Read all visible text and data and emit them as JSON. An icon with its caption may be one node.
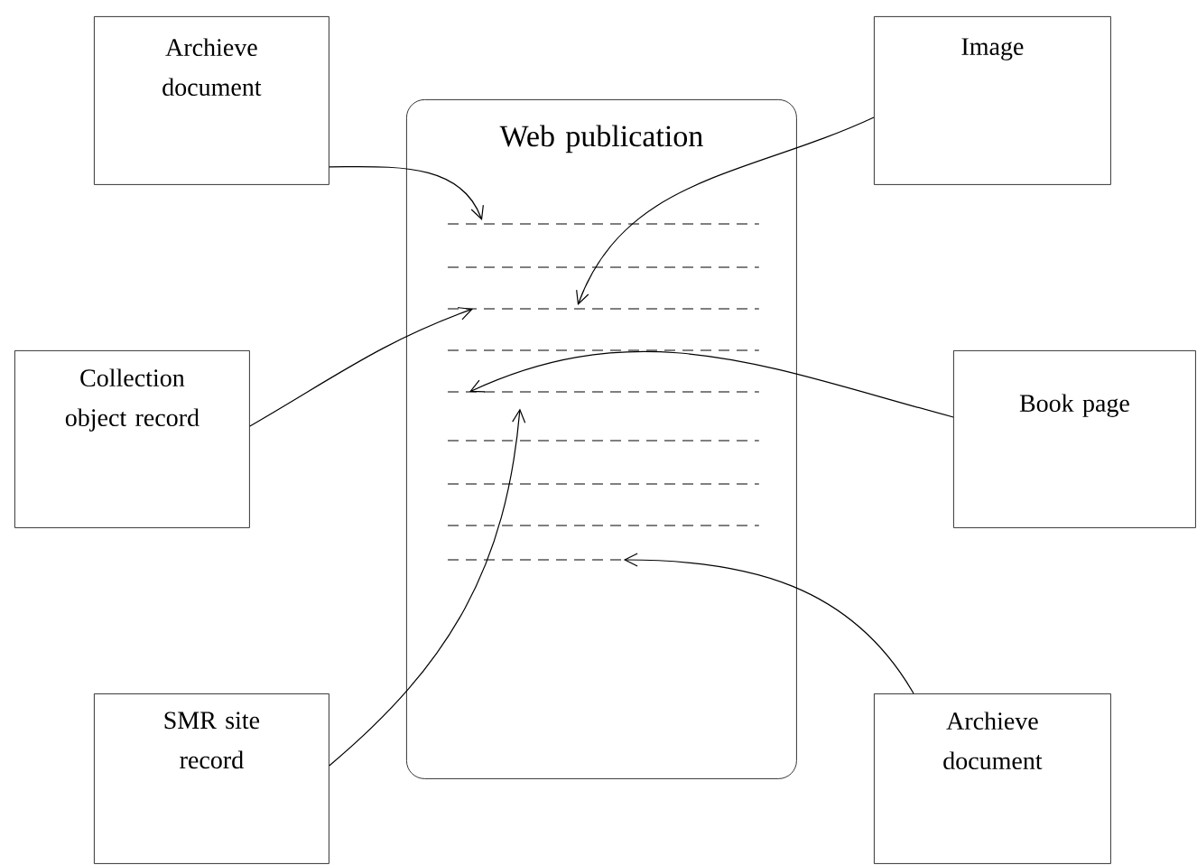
{
  "diagram": {
    "nodes": [
      {
        "text": [
          "Archieve document"
        ]
      },
      {
        "text": [
          "Web publication"
        ]
      },
      {
        "text": [
          "Image"
        ]
      },
      {
        "text": [
          "Collection object record"
        ]
      },
      {
        "text": [
          "Book page"
        ]
      },
      {
        "text": [
          "SMR site record"
        ]
      },
      {
        "text": [
          "Archieve document"
        ]
      },
      {
        "text": [],
        "shape": "line",
        "in": 1
      },
      {
        "text": [],
        "shape": "line",
        "in": 1
      },
      {
        "text": [],
        "shape": "line",
        "in": 1
      },
      {
        "text": [],
        "shape": "line",
        "in": 1
      },
      {
        "text": [],
        "shape": "line",
        "in": 1
      },
      {
        "text": [],
        "shape": "line",
        "in": 1
      },
      {
        "text": [],
        "shape": "line",
        "in": 1
      },
      {
        "text": [],
        "shape": "line",
        "in": 1
      },
      {
        "text": [],
        "shape": "line",
        "in": 1
      }
    ],
    "edges": [
      {
        "from": 0,
        "to": 7,
        "arrow": "to"
      },
      {
        "from": 2,
        "to": 9,
        "arrow": "to"
      },
      {
        "from": 3,
        "to": 9,
        "arrow": "to"
      },
      {
        "from": 4,
        "to": 11,
        "arrow": "to"
      },
      {
        "from": 5,
        "to": 11,
        "arrow": "to"
      },
      {
        "from": 6,
        "to": 15,
        "arrow": "to"
      }
    ]
  }
}
